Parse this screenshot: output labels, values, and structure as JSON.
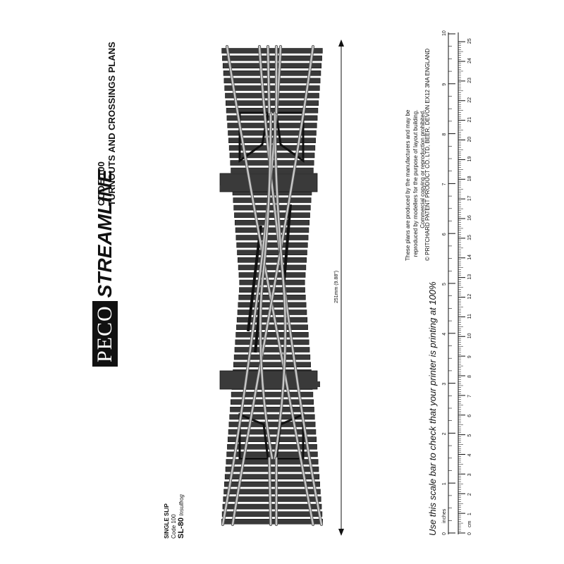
{
  "brand": {
    "peco": "PECO",
    "streamline": "STREAMLINE"
  },
  "heading": {
    "line1": "CODE 100",
    "line2": "TURNOUTS AND CROSSINGS PLANS"
  },
  "product": {
    "name": "SINGLE SLIP",
    "code_line": "Code 100",
    "part_number": "SL-80",
    "variant": "Insulfrog"
  },
  "dimension": "251mm (9.88\")",
  "notes": {
    "line1": "These plans are produced by the manufacturers and may be",
    "line2": "reproduced by modellers for the purpose of layout building.",
    "line3": "Commercial copying or reproduction prohibited.",
    "copyright": "© PRITCHARD PATENT PRODUCT CO. LTD, BEER, DEVON EX12 3NA ENGLAND"
  },
  "scale_note": "Use this scale bar to check that your printer is printing at 100%",
  "scale_bar": {
    "inches_label": "inches",
    "cm_label": "cm",
    "inch_ticks": [
      "0",
      "1",
      "2",
      "3",
      "4",
      "5",
      "6",
      "7",
      "8",
      "9",
      "10"
    ],
    "cm_ticks": [
      "0",
      "1",
      "2",
      "3",
      "4",
      "5",
      "6",
      "7",
      "8",
      "9",
      "10",
      "11",
      "12",
      "13",
      "14",
      "15",
      "16",
      "17",
      "18",
      "19",
      "20",
      "21",
      "22",
      "23",
      "24",
      "25"
    ]
  },
  "colors": {
    "ink": "#111111",
    "sleeper": "#3a3a3a",
    "sleeper_edge": "#1a1a1a",
    "rail": "#c8c8c8",
    "rail_edge": "#555555"
  }
}
